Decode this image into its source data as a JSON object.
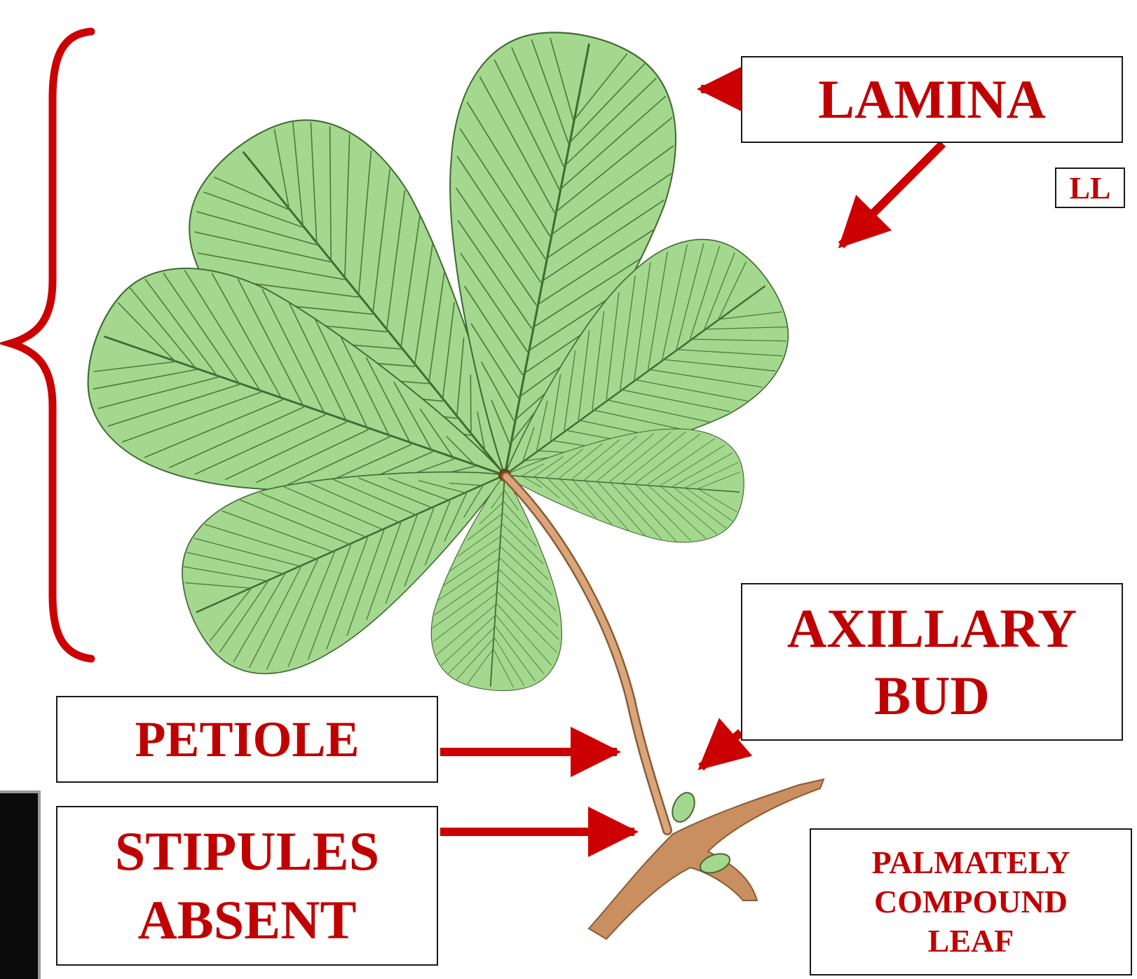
{
  "labels": {
    "lamina": "LAMINA",
    "ll": "LL",
    "petiole": "PETIOLE",
    "axillary_line1": "AXILLARY",
    "axillary_line2": "BUD",
    "stipules_line1": "STIPULES",
    "stipules_line2": "ABSENT",
    "palmate_line1": "PALMATELY",
    "palmate_line2": "COMPOUND",
    "palmate_line3": "LEAF"
  },
  "colors": {
    "label_text": "#c00000",
    "arrow": "#cc0000",
    "leaf_fill": "#a5d88f",
    "leaf_vein": "#4d7a3a",
    "stem": "#c98f60"
  }
}
